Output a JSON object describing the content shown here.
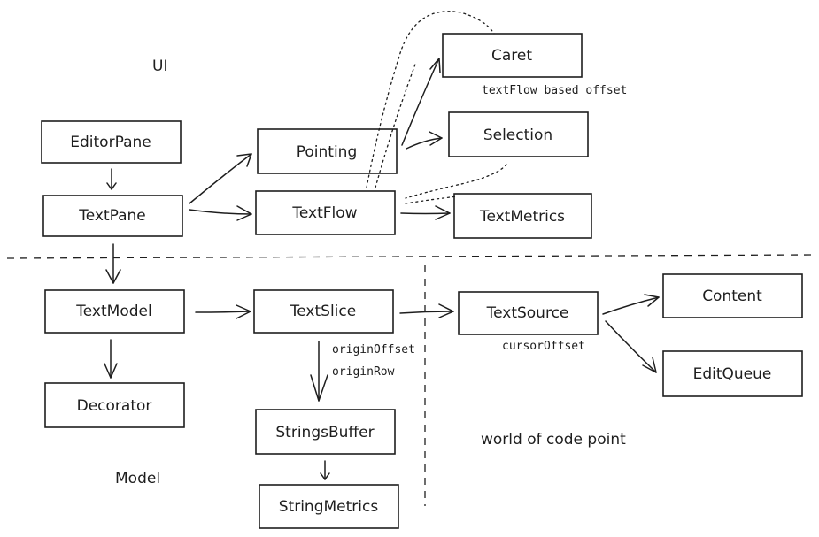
{
  "regions": {
    "ui": "UI",
    "model": "Model",
    "world": "world of code point"
  },
  "nodes": {
    "editor_pane": "EditorPane",
    "text_pane": "TextPane",
    "pointing": "Pointing",
    "text_flow": "TextFlow",
    "caret": "Caret",
    "selection": "Selection",
    "text_metrics": "TextMetrics",
    "text_model": "TextModel",
    "decorator": "Decorator",
    "text_slice": "TextSlice",
    "strings_buffer": "StringsBuffer",
    "string_metrics": "StringMetrics",
    "text_source": "TextSource",
    "content": "Content",
    "edit_queue": "EditQueue"
  },
  "notes": {
    "caret_offset": "textFlow based offset",
    "origin_offset": "originOffset",
    "origin_row": "originRow",
    "cursor_offset": "cursorOffset"
  }
}
